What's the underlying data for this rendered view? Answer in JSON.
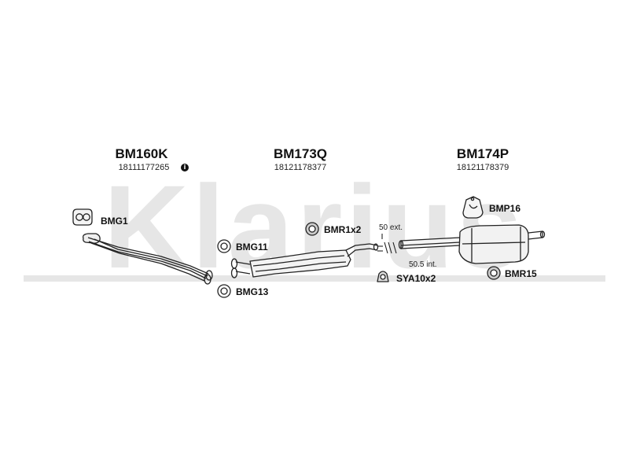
{
  "watermark": {
    "text": "Klarius"
  },
  "parts": [
    {
      "code": "BM160K",
      "number": "18111177265",
      "has_info": true
    },
    {
      "code": "BM173Q",
      "number": "18121178377",
      "has_info": false
    },
    {
      "code": "BM174P",
      "number": "18121178379",
      "has_info": false
    }
  ],
  "fittings": {
    "bmg1": "BMG1",
    "bmg11": "BMG11",
    "bmg13": "BMG13",
    "bmr1x2": "BMR1x2",
    "sya10x2": "SYA10x2",
    "bmp16": "BMP16",
    "bmr15": "BMR15"
  },
  "dimensions": {
    "ext": "50 ext.",
    "int": "50.5 int."
  },
  "icons": {
    "info": "info-icon",
    "gasket": "gasket-icon",
    "ring": "ring-icon",
    "rubber_mount": "rubber-mount-icon",
    "clamp": "clamp-icon",
    "bracket": "bracket-icon"
  },
  "info_glyph": "i"
}
